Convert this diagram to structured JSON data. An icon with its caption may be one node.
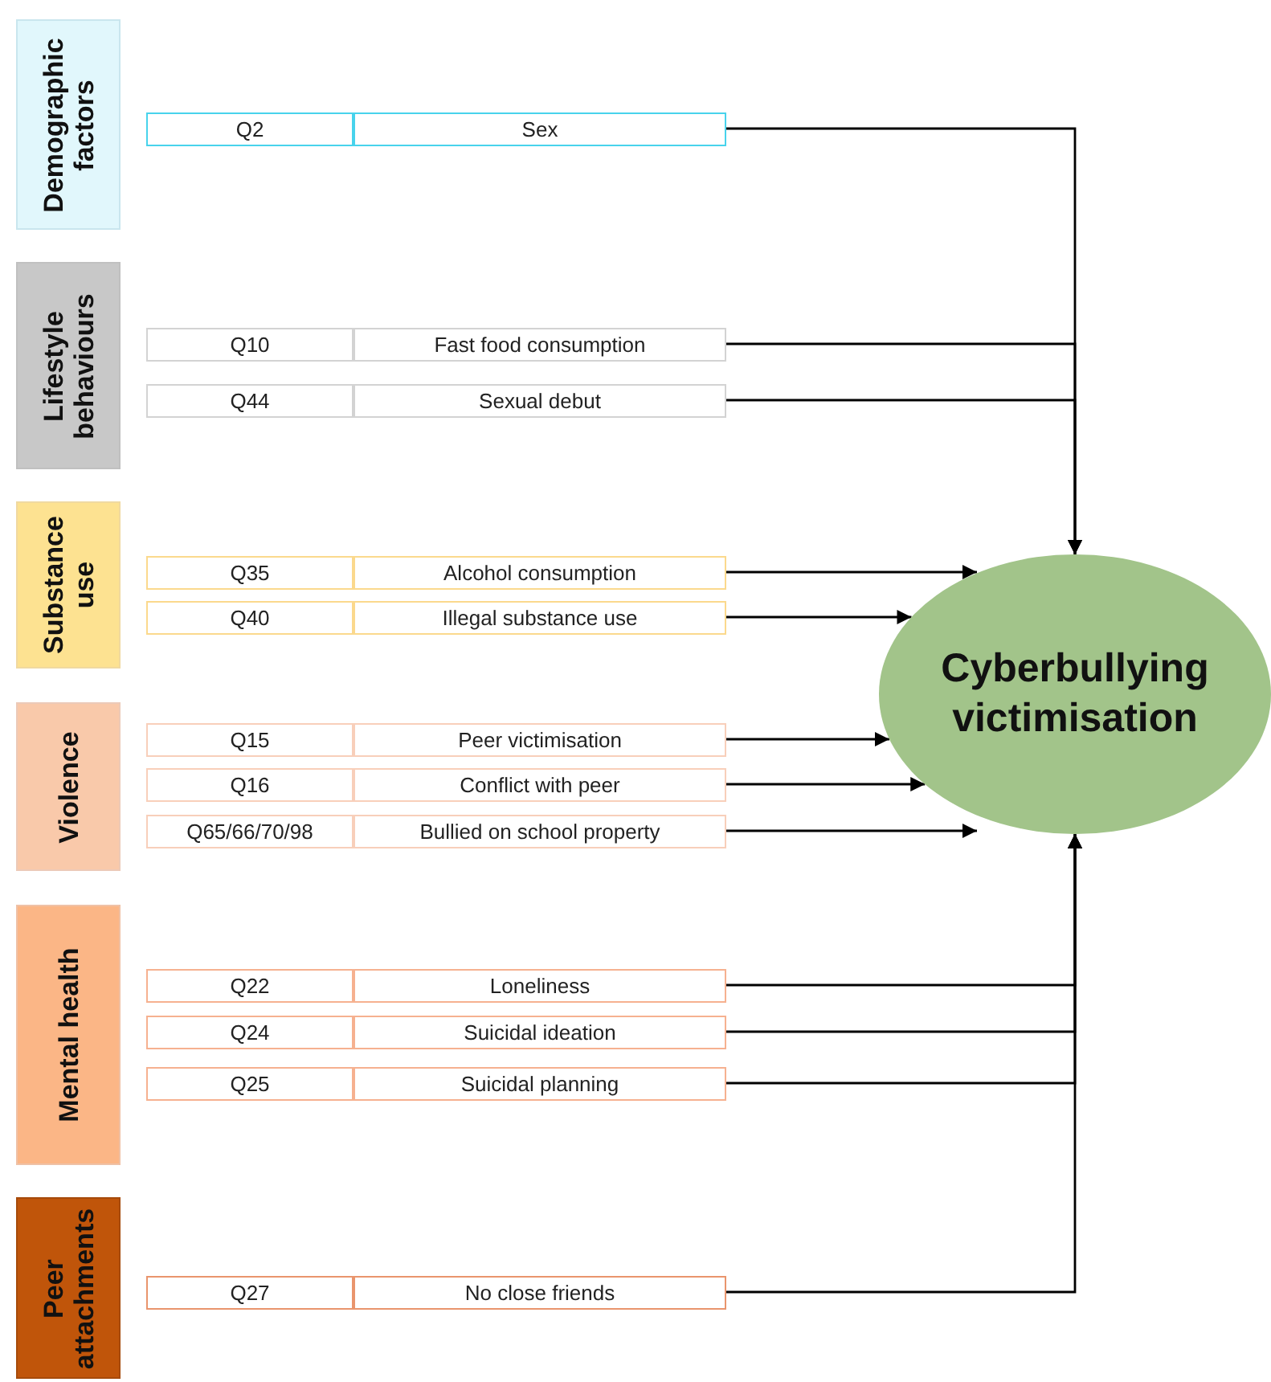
{
  "diagram": {
    "nodes": [
      {
        "text": [
          "Demographic factors"
        ]
      },
      {
        "text": [
          "Q2"
        ]
      },
      {
        "text": [
          "Sex"
        ]
      },
      {
        "text": [
          "Lifestyle behaviours"
        ]
      },
      {
        "text": [
          "Q10"
        ]
      },
      {
        "text": [
          "Fast food consumption"
        ]
      },
      {
        "text": [
          "Q44"
        ]
      },
      {
        "text": [
          "Sexual debut"
        ]
      },
      {
        "text": [
          "Substance use"
        ]
      },
      {
        "text": [
          "Q35"
        ]
      },
      {
        "text": [
          "Alcohol consumption"
        ]
      },
      {
        "text": [
          "Q40"
        ]
      },
      {
        "text": [
          "Illegal substance use"
        ]
      },
      {
        "text": [
          "Violence"
        ]
      },
      {
        "text": [
          "Q15"
        ]
      },
      {
        "text": [
          "Peer victimisation"
        ]
      },
      {
        "text": [
          "Q16"
        ]
      },
      {
        "text": [
          "Conflict with peer"
        ]
      },
      {
        "text": [
          "Q65/66/70/98"
        ]
      },
      {
        "text": [
          "Bullied on school property"
        ]
      },
      {
        "text": [
          "Mental health"
        ]
      },
      {
        "text": [
          "Q22"
        ]
      },
      {
        "text": [
          "Loneliness"
        ]
      },
      {
        "text": [
          "Q24"
        ]
      },
      {
        "text": [
          "Suicidal ideation"
        ]
      },
      {
        "text": [
          "Q25"
        ]
      },
      {
        "text": [
          "Suicidal planning"
        ]
      },
      {
        "text": [
          "Peer attachments"
        ]
      },
      {
        "text": [
          "Q27"
        ]
      },
      {
        "text": [
          "No close friends"
        ]
      },
      {
        "text": [
          "Cyberbullying victimisation"
        ]
      }
    ],
    "edges": [
      {
        "from": 2,
        "to": 30,
        "arrow": "to"
      },
      {
        "from": 5,
        "to": 30,
        "arrow": "to"
      },
      {
        "from": 7,
        "to": 30,
        "arrow": "to"
      },
      {
        "from": 10,
        "to": 30,
        "arrow": "to"
      },
      {
        "from": 12,
        "to": 30,
        "arrow": "to"
      },
      {
        "from": 15,
        "to": 30,
        "arrow": "to"
      },
      {
        "from": 17,
        "to": 30,
        "arrow": "to"
      },
      {
        "from": 19,
        "to": 30,
        "arrow": "to"
      },
      {
        "from": 22,
        "to": 30,
        "arrow": "to"
      },
      {
        "from": 24,
        "to": 30,
        "arrow": "to"
      },
      {
        "from": 26,
        "to": 30,
        "arrow": "to"
      },
      {
        "from": 29,
        "to": 30,
        "arrow": "to"
      }
    ]
  }
}
